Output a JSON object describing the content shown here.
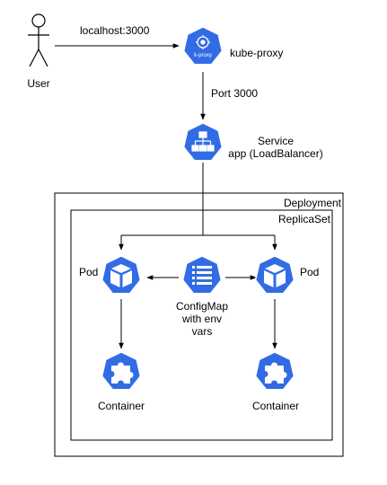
{
  "colors": {
    "k8s_blue": "#326CE5",
    "line": "#000000",
    "background": "#FFFFFF"
  },
  "user": {
    "label": "User",
    "icon": "stick-figure-actor"
  },
  "edge_user_proxy": {
    "label": "localhost:3000"
  },
  "kube_proxy": {
    "label": "kube-proxy",
    "icon_text": "k-proxy",
    "icon": "kube-proxy-icon"
  },
  "edge_proxy_service": {
    "label": "Port 3000"
  },
  "service": {
    "label_line1": "Service",
    "label_line2": "app (LoadBalancer)",
    "icon": "service-icon"
  },
  "deployment": {
    "label": "Deployment"
  },
  "replicaset": {
    "label": "ReplicaSet"
  },
  "pod_left": {
    "label": "Pod",
    "icon": "pod-cube-icon"
  },
  "pod_right": {
    "label": "Pod",
    "icon": "pod-cube-icon"
  },
  "configmap": {
    "label_line1": "ConfigMap",
    "label_line2": "with env",
    "label_line3": "vars",
    "icon": "configmap-icon"
  },
  "container_left": {
    "label": "Container",
    "icon": "container-puzzle-icon"
  },
  "container_right": {
    "label": "Container",
    "icon": "container-puzzle-icon"
  }
}
